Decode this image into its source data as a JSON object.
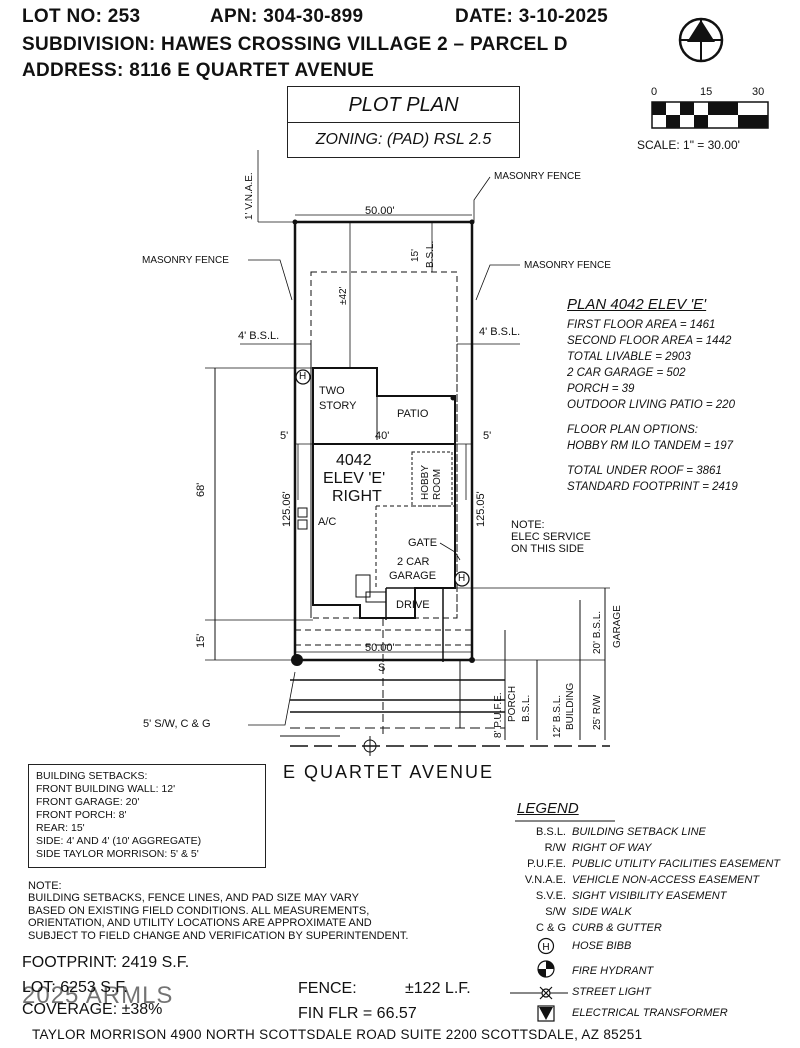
{
  "header": {
    "lot": "LOT NO: 253",
    "apn": "APN: 304-30-899",
    "date": "DATE: 3-10-2025",
    "subdivision": "SUBDIVISION: HAWES CROSSING VILLAGE 2 – PARCEL D",
    "address": "ADDRESS: 8116 E QUARTET AVENUE"
  },
  "title_box": {
    "title": "PLOT PLAN",
    "zoning": "ZONING: (PAD) RSL 2.5"
  },
  "scale": {
    "ticks": [
      "0",
      "15",
      "30"
    ],
    "label": "SCALE: 1\" = 30.00'"
  },
  "site": {
    "vnae": "1' V.N.A.E.",
    "fence_top": "MASONRY FENCE",
    "fence_left": "MASONRY FENCE",
    "fence_right": "MASONRY FENCE",
    "width_top": "50.00'",
    "width_bottom": "50.00'",
    "bsl_rear": "15'",
    "bsl_rear_label": "B.S.L.",
    "pad_depth": "±42'",
    "bsl_side_left": "4' B.S.L.",
    "bsl_side_right": "4' B.S.L.",
    "side_left": "5'",
    "side_right": "5'",
    "house_width": "40'",
    "depth_left": "68'",
    "lot_depth_left": "125.06'",
    "lot_depth_right": "125.05'",
    "front_left": "15'",
    "room_two_story_1": "TWO",
    "room_two_story_2": "STORY",
    "room_patio": "PATIO",
    "plan_name_1": "4042",
    "plan_name_2": "ELEV 'E'",
    "plan_name_3": "RIGHT",
    "hobby_room_1": "HOBBY",
    "hobby_room_2": "ROOM",
    "ac": "A/C",
    "gate": "GATE",
    "garage_1": "2 CAR",
    "garage_2": "GARAGE",
    "drive": "DRIVE",
    "hose_bibb_symbol": "H",
    "note_1": "NOTE:",
    "note_2": "ELEC SERVICE",
    "note_3": "ON THIS SIDE",
    "sidewalk": "5' S/W, C & G",
    "dim_garage": "20' B.S.L.",
    "dim_garage_2": "GARAGE",
    "dim_building": "12' B.S.L.",
    "dim_building_2": "BUILDING",
    "dim_porch": "8' P.U.F.E.",
    "dim_porch_2": "PORCH",
    "dim_porch_3": "B.S.L.",
    "dim_rw": "25' R/W",
    "street": "E  QUARTET  AVENUE",
    "sewer": "S"
  },
  "plan": {
    "title": "PLAN 4042 ELEV 'E'",
    "lines_1": [
      "FIRST FLOOR AREA = 1461",
      "SECOND FLOOR AREA = 1442",
      "TOTAL LIVABLE = 2903",
      "2 CAR GARAGE = 502",
      "PORCH = 39",
      "OUTDOOR LIVING PATIO = 220"
    ],
    "lines_2": [
      "FLOOR PLAN OPTIONS:",
      "HOBBY RM ILO TANDEM = 197"
    ],
    "lines_3": [
      "TOTAL UNDER ROOF = 3861",
      "STANDARD FOOTPRINT = 2419"
    ]
  },
  "setbacks": [
    "BUILDING SETBACKS:",
    "FRONT BUILDING WALL: 12'",
    "FRONT GARAGE: 20'",
    "FRONT PORCH: 8'",
    "REAR: 15'",
    "SIDE: 4' AND 4' (10' AGGREGATE)",
    "SIDE TAYLOR MORRISON: 5' & 5'"
  ],
  "note": [
    "NOTE:",
    "BUILDING SETBACKS, FENCE LINES, AND PAD SIZE MAY VARY",
    "BASED ON EXISTING FIELD CONDITIONS.  ALL MEASUREMENTS,",
    "ORIENTATION, AND UTILITY LOCATIONS ARE APPROXIMATE AND",
    "SUBJECT TO FIELD CHANGE AND VERIFICATION BY SUPERINTENDENT."
  ],
  "stats": {
    "footprint": "FOOTPRINT: 2419 S.F.",
    "lot": "LOT:      6253 S.F.",
    "coverage": "COVERAGE: ±38%",
    "fence_label": "FENCE:",
    "fence_value": "±122 L.F.",
    "fin_flr": "FIN FLR = 66.57",
    "watermark": "2025 ARMLS"
  },
  "legend": {
    "title": "LEGEND",
    "items": [
      {
        "code": "B.S.L.",
        "desc": "BUILDING SETBACK LINE"
      },
      {
        "code": "R/W",
        "desc": "RIGHT OF WAY"
      },
      {
        "code": "P.U.F.E.",
        "desc": "PUBLIC UTILITY FACILITIES EASEMENT"
      },
      {
        "code": "V.N.A.E.",
        "desc": "VEHICLE NON-ACCESS EASEMENT"
      },
      {
        "code": "S.V.E.",
        "desc": "SIGHT VISIBILITY EASEMENT"
      },
      {
        "code": "S/W",
        "desc": "SIDE WALK"
      },
      {
        "code": "C & G",
        "desc": "CURB & GUTTER"
      }
    ],
    "symbols": [
      {
        "icon": "hose-bibb-icon",
        "desc": "HOSE BIBB"
      },
      {
        "icon": "fire-hydrant-icon",
        "desc": "FIRE HYDRANT"
      },
      {
        "icon": "street-light-icon",
        "desc": "STREET LIGHT"
      },
      {
        "icon": "electrical-transformer-icon",
        "desc": "ELECTRICAL TRANSFORMER"
      }
    ]
  },
  "footer": "TAYLOR MORRISON 4900 NORTH SCOTTSDALE ROAD SUITE 2200 SCOTTSDALE, AZ  85251"
}
